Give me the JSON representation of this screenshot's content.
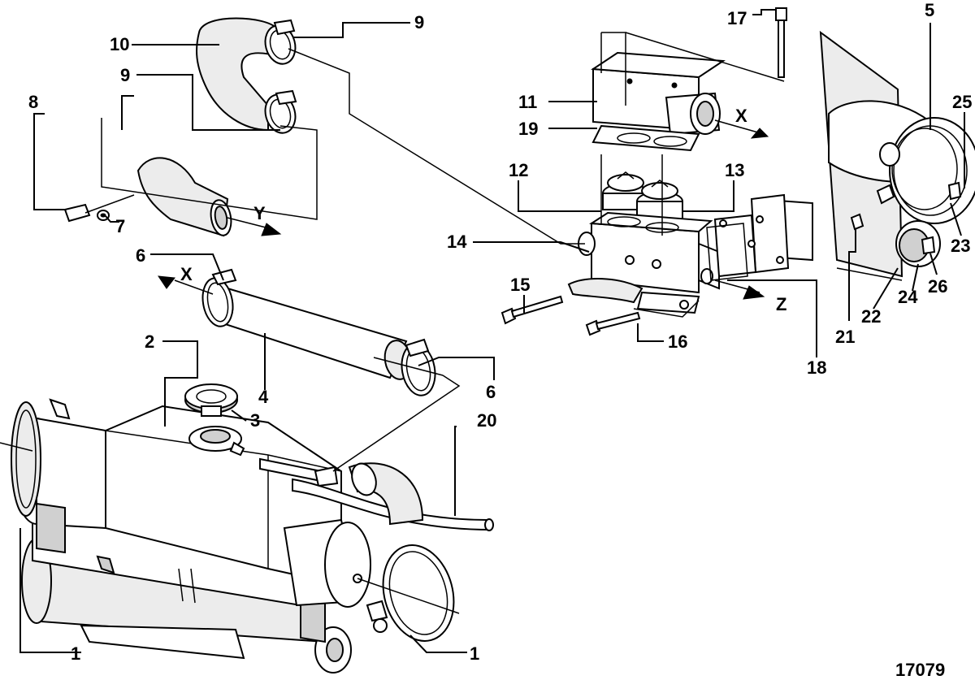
{
  "callouts": {
    "c1a": "1",
    "c1b": "1",
    "c2": "2",
    "c3": "3",
    "c4": "4",
    "c5": "5",
    "c6a": "6",
    "c6b": "6",
    "c7": "7",
    "c8": "8",
    "c9a": "9",
    "c9b": "9",
    "c10": "10",
    "c11": "11",
    "c12": "12",
    "c13": "13",
    "c14": "14",
    "c15": "15",
    "c16": "16",
    "c17": "17",
    "c18": "18",
    "c19": "19",
    "c20": "20",
    "c21": "21",
    "c22": "22",
    "c23": "23",
    "c24": "24",
    "c25": "25",
    "c26": "26",
    "xa": "X",
    "xb": "X",
    "y": "Y",
    "z": "Z"
  },
  "figure_number": "17079",
  "colors": {
    "line": "#000000",
    "shade": "#d0d0d0",
    "background": "#ffffff"
  }
}
